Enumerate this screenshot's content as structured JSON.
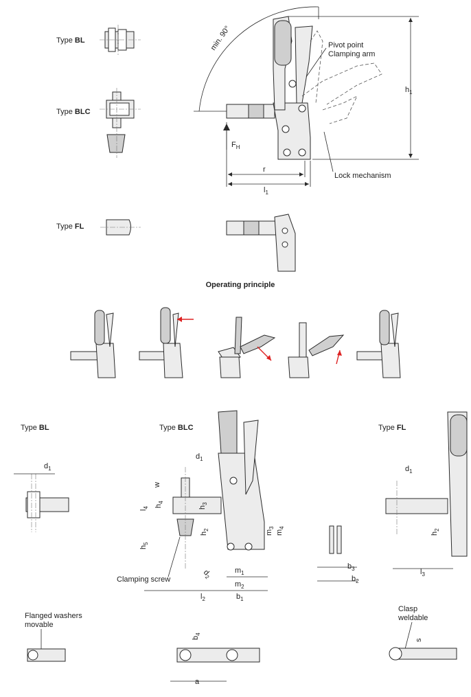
{
  "top_left_types": [
    {
      "prefix": "Type ",
      "name": "BL"
    },
    {
      "prefix": "Type ",
      "name": "BLC"
    },
    {
      "prefix": "Type ",
      "name": "FL"
    }
  ],
  "top_diagram": {
    "angle_label": "min. 90°",
    "pivot_label_1": "Pivot point",
    "pivot_label_2": "Clamping arm",
    "lock_label": "Lock mechanism",
    "force_label": "F",
    "force_sub": "H",
    "r_label": "r",
    "l1_label": "l",
    "l1_sub": "1",
    "h1_label": "h",
    "h1_sub": "1"
  },
  "operating_principle_title": "Operating principle",
  "bottom_types": [
    {
      "prefix": "Type ",
      "name": "BL"
    },
    {
      "prefix": "Type ",
      "name": "BLC"
    },
    {
      "prefix": "Type ",
      "name": "FL"
    }
  ],
  "dims": {
    "d1": {
      "t": "d",
      "s": "1"
    },
    "w": {
      "t": "w",
      "s": ""
    },
    "l4": {
      "t": "l",
      "s": "4"
    },
    "h4": {
      "t": "h",
      "s": "4"
    },
    "h3": {
      "t": "h",
      "s": "3"
    },
    "h2": {
      "t": "h",
      "s": "2"
    },
    "h5": {
      "t": "h",
      "s": "5"
    },
    "m3": {
      "t": "m",
      "s": "3"
    },
    "m4": {
      "t": "m",
      "s": "4"
    },
    "m1": {
      "t": "m",
      "s": "1"
    },
    "m2": {
      "t": "m",
      "s": "2"
    },
    "d2": {
      "t": "d",
      "s": "2"
    },
    "l2": {
      "t": "l",
      "s": "2"
    },
    "b1": {
      "t": "b",
      "s": "1"
    },
    "b3": {
      "t": "b",
      "s": "3"
    },
    "b2": {
      "t": "b",
      "s": "2"
    },
    "l3": {
      "t": "l",
      "s": "3"
    },
    "b4": {
      "t": "b",
      "s": "4"
    },
    "a": {
      "t": "a",
      "s": ""
    },
    "s": {
      "t": "s",
      "s": ""
    }
  },
  "notes": {
    "clamping_screw": "Clamping screw",
    "flanged_1": "Flanged washers",
    "flanged_2": "movable",
    "clasp_1": "Clasp",
    "clasp_2": "weldable"
  },
  "colors": {
    "arrow": "#d22222",
    "part_fill": "#ececec",
    "line": "#2a2a2a"
  }
}
